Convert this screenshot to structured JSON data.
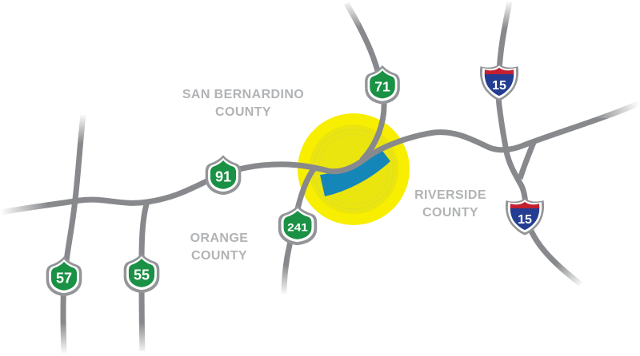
{
  "counties": {
    "san_bernardino": {
      "line1": "SAN BERNARDINO",
      "line2": "COUNTY"
    },
    "orange": {
      "line1": "ORANGE",
      "line2": "COUNTY"
    },
    "riverside": {
      "line1": "RIVERSIDE",
      "line2": "COUNTY"
    }
  },
  "shields": {
    "sr71": {
      "route": "71",
      "type": "california-state-route"
    },
    "sr91": {
      "route": "91",
      "type": "california-state-route"
    },
    "sr241": {
      "route": "241",
      "type": "california-state-route"
    },
    "sr57": {
      "route": "57",
      "type": "california-state-route"
    },
    "sr55": {
      "route": "55",
      "type": "california-state-route"
    },
    "i15_north": {
      "route": "15",
      "type": "interstate"
    },
    "i15_south": {
      "route": "15",
      "type": "interstate"
    }
  },
  "highlight": {
    "shape": "yellow-circle-with-blue-segment",
    "colors": {
      "circle_outer": "#f8ee00",
      "circle_inner": "#e7e312",
      "segment_blue": "#1486b8"
    }
  },
  "colors": {
    "road_gray": "#87898c",
    "shield_outline_gray": "#939598",
    "ca_route_green": "#1a9145",
    "interstate_blue": "#243d92",
    "interstate_red": "#c32030",
    "county_label_gray": "#b1b3b5"
  }
}
